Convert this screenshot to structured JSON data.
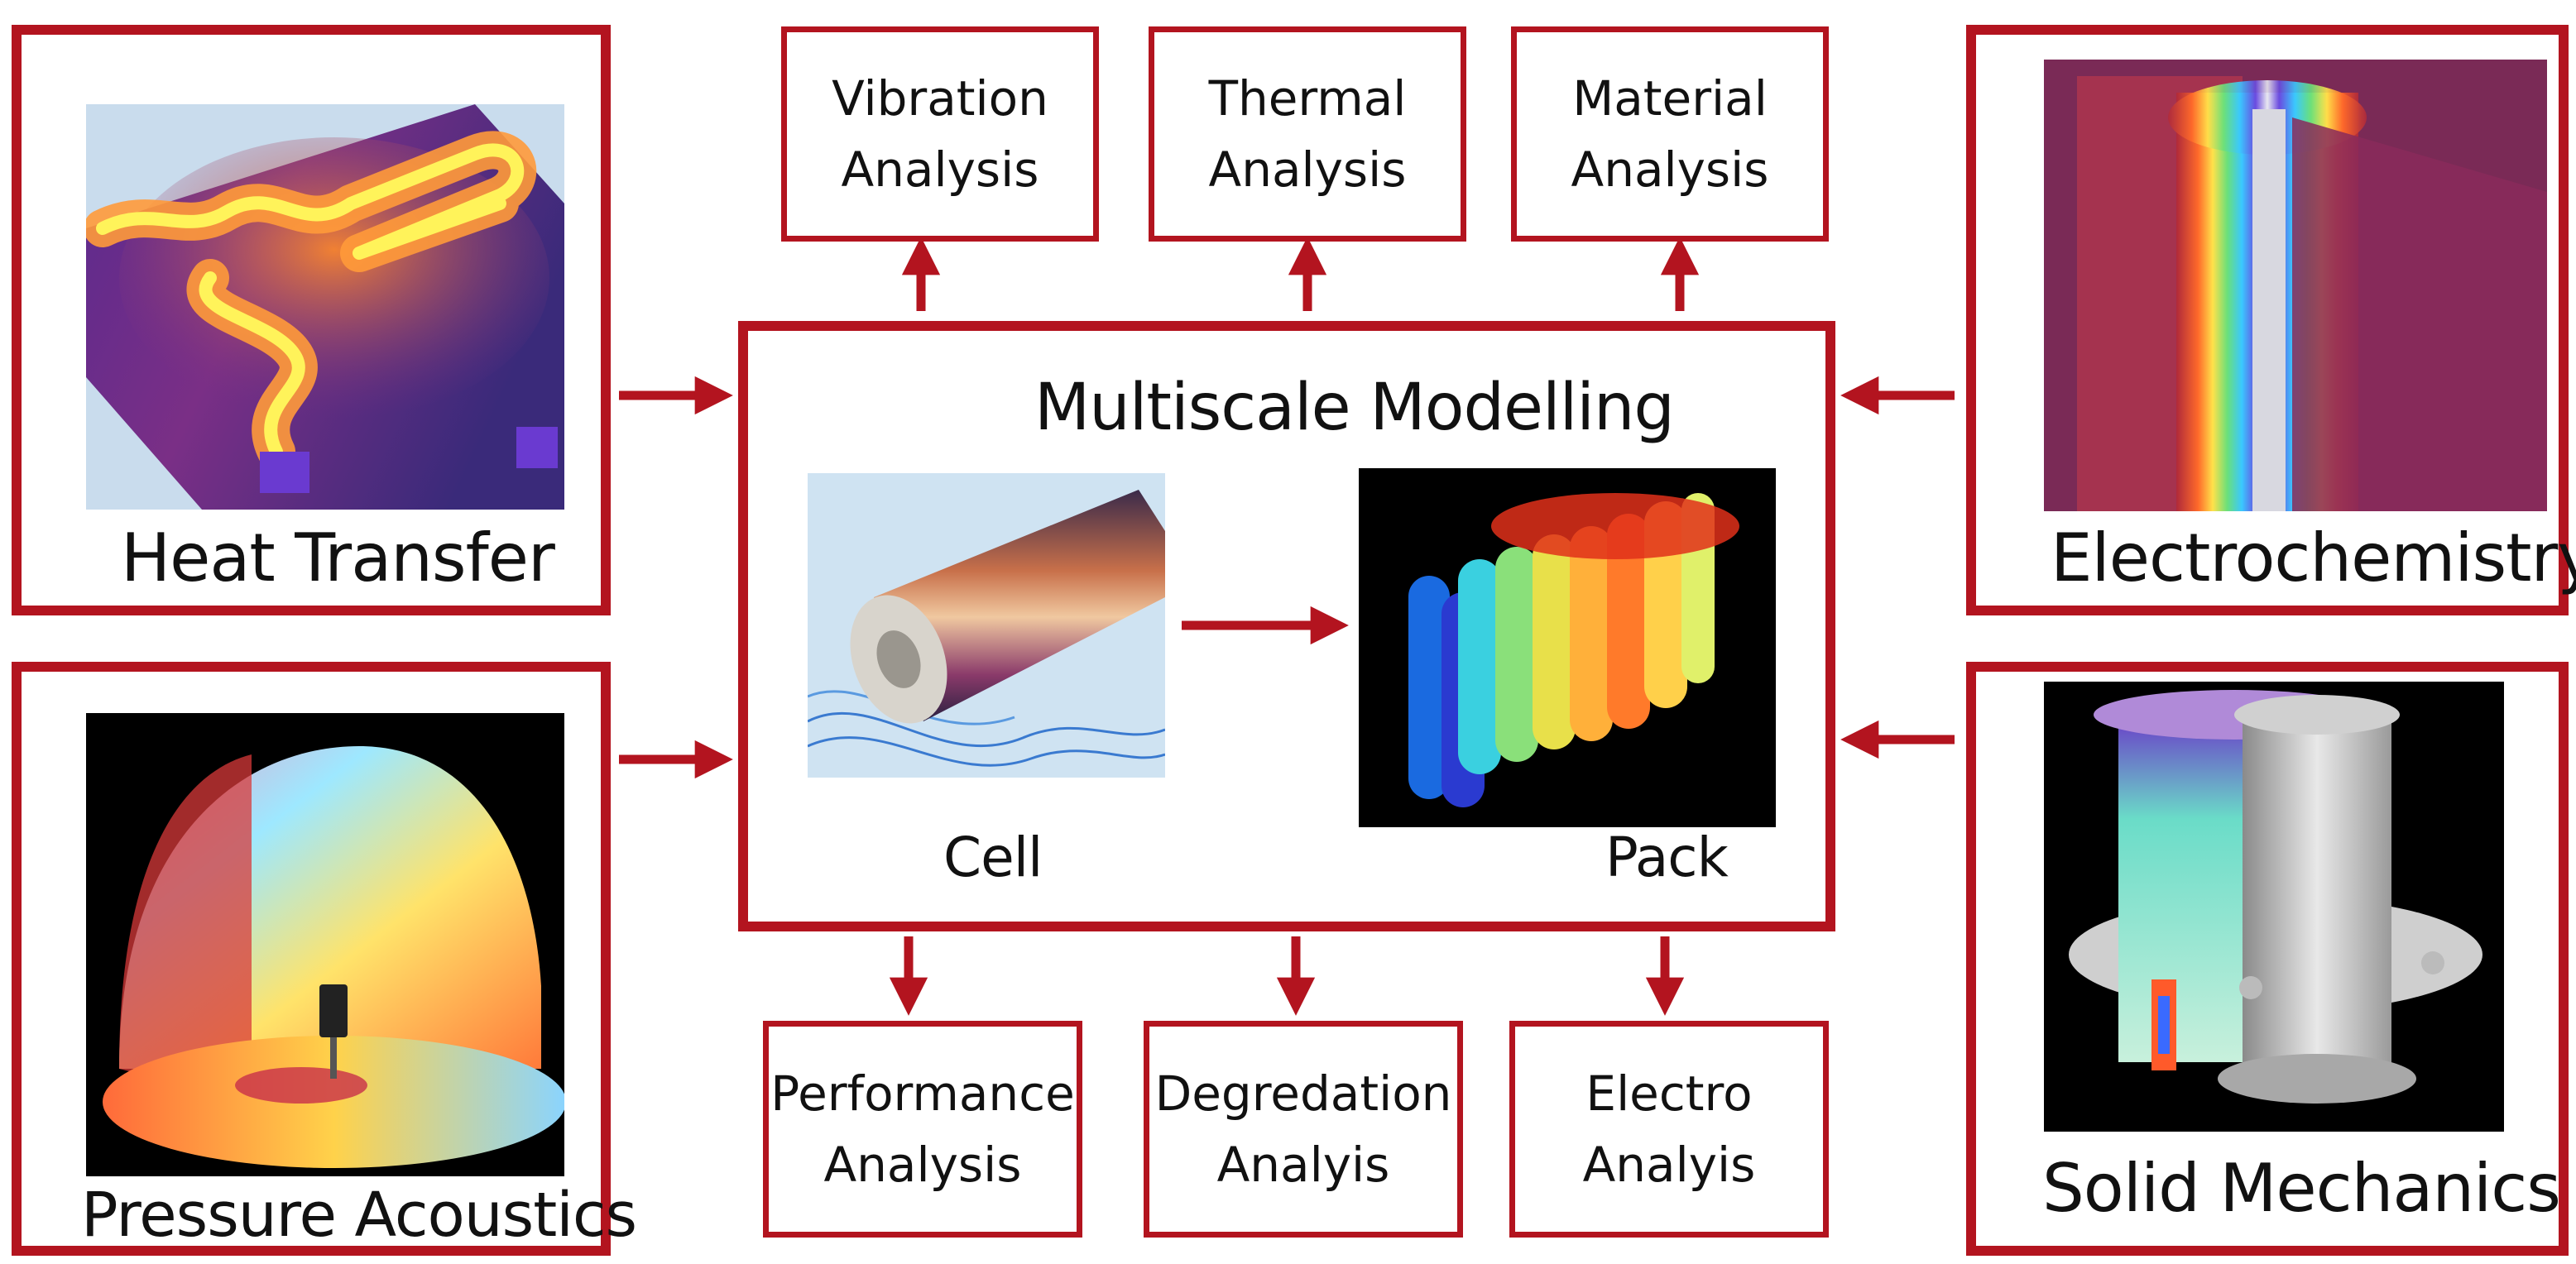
{
  "center": {
    "title": "Multiscale Modelling",
    "cell_label": "Cell",
    "pack_label": "Pack"
  },
  "inputs": [
    {
      "id": "heat",
      "label": "Heat Transfer"
    },
    {
      "id": "acoustics",
      "label": "Pressure Acoustics"
    },
    {
      "id": "electro",
      "label": "Electrochemistry"
    },
    {
      "id": "solid",
      "label": "Solid Mechanics"
    }
  ],
  "top_outputs": [
    {
      "line1": "Vibration",
      "line2": "Analysis"
    },
    {
      "line1": "Thermal",
      "line2": "Analysis"
    },
    {
      "line1": "Material",
      "line2": "Analysis"
    }
  ],
  "bottom_outputs": [
    {
      "line1": "Performance",
      "line2": "Analysis"
    },
    {
      "line1": "Degredation",
      "line2": "Analyis"
    },
    {
      "line1": "Electro",
      "line2": "Analyis"
    }
  ],
  "colors": {
    "accent": "#b3141f",
    "text": "#111111",
    "background": "#ffffff"
  }
}
